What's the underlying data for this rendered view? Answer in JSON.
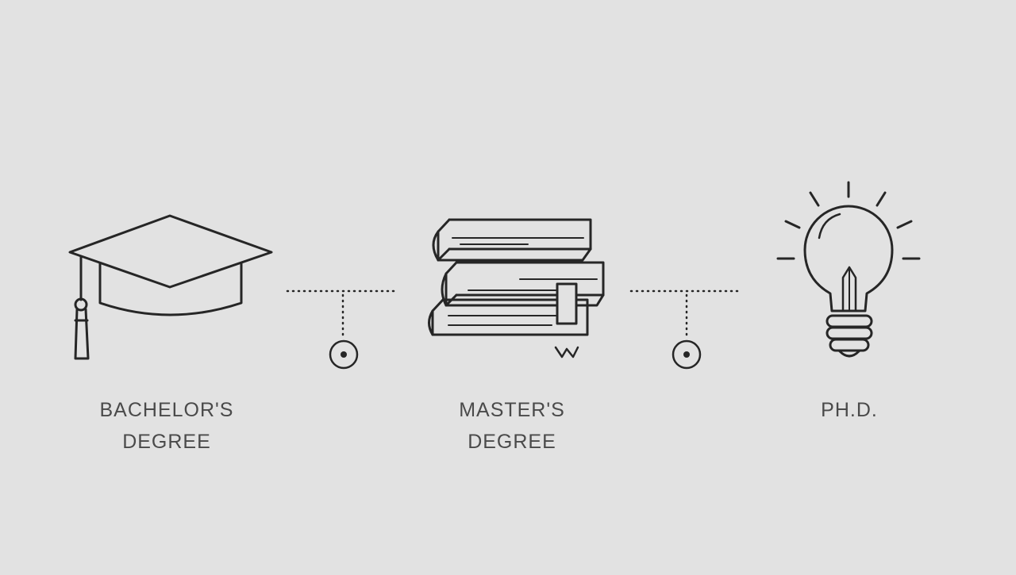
{
  "colors": {
    "background": "#e2e2e2",
    "stroke": "#262626",
    "text": "#4a4a4a"
  },
  "stages": [
    {
      "icon": "graduation-cap-icon",
      "label_line1": "BACHELOR'S",
      "label_line2": "DEGREE"
    },
    {
      "icon": "stacked-books-icon",
      "label_line1": "MASTER'S",
      "label_line2": "DEGREE"
    },
    {
      "icon": "lightbulb-icon",
      "label_line1": "PH.D.",
      "label_line2": ""
    }
  ],
  "connectors": [
    {
      "icon": "connector-node-icon"
    },
    {
      "icon": "connector-node-icon"
    }
  ]
}
